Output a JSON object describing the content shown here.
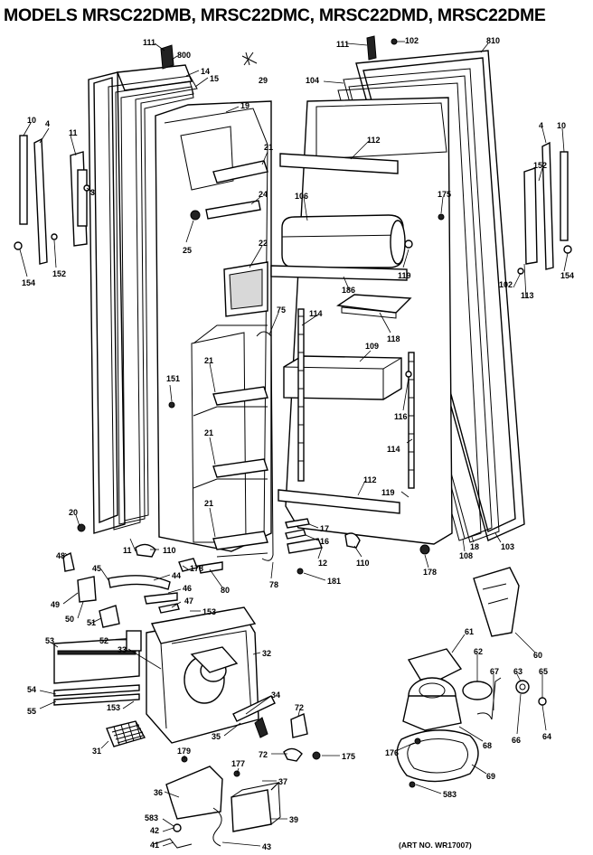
{
  "title": "MODELS MRSC22DMB, MRSC22DMC, MRSC22DMD, MRSC22DME",
  "art_number": "(ART NO. WR17007)",
  "callouts": [
    {
      "id": "c111a",
      "text": "111"
    },
    {
      "id": "c800",
      "text": "800"
    },
    {
      "id": "c14",
      "text": "14"
    },
    {
      "id": "c15",
      "text": "15"
    },
    {
      "id": "c29",
      "text": "29"
    },
    {
      "id": "c19",
      "text": "19"
    },
    {
      "id": "c10a",
      "text": "10"
    },
    {
      "id": "c4a",
      "text": "4"
    },
    {
      "id": "c11a",
      "text": "11"
    },
    {
      "id": "c3",
      "text": "3"
    },
    {
      "id": "c152a",
      "text": "152"
    },
    {
      "id": "c154a",
      "text": "154"
    },
    {
      "id": "c21a",
      "text": "21"
    },
    {
      "id": "c24",
      "text": "24"
    },
    {
      "id": "c25",
      "text": "25"
    },
    {
      "id": "c22",
      "text": "22"
    },
    {
      "id": "c75",
      "text": "75"
    },
    {
      "id": "c151",
      "text": "151"
    },
    {
      "id": "c21b",
      "text": "21"
    },
    {
      "id": "c21c",
      "text": "21"
    },
    {
      "id": "c21d",
      "text": "21"
    },
    {
      "id": "c111b",
      "text": "111"
    },
    {
      "id": "c102a",
      "text": "102"
    },
    {
      "id": "c810",
      "text": "810"
    },
    {
      "id": "c104",
      "text": "104"
    },
    {
      "id": "c112a",
      "text": "112"
    },
    {
      "id": "c175a",
      "text": "175"
    },
    {
      "id": "c106",
      "text": "106"
    },
    {
      "id": "c119a",
      "text": "119"
    },
    {
      "id": "c186",
      "text": "186"
    },
    {
      "id": "c114a",
      "text": "114"
    },
    {
      "id": "c118",
      "text": "118"
    },
    {
      "id": "c109",
      "text": "109"
    },
    {
      "id": "c116",
      "text": "116"
    },
    {
      "id": "c114b",
      "text": "114"
    },
    {
      "id": "c112b",
      "text": "112"
    },
    {
      "id": "c119b",
      "text": "119"
    },
    {
      "id": "c4b",
      "text": "4"
    },
    {
      "id": "c10b",
      "text": "10"
    },
    {
      "id": "c152b",
      "text": "152"
    },
    {
      "id": "c154b",
      "text": "154"
    },
    {
      "id": "c102b",
      "text": "102"
    },
    {
      "id": "c113",
      "text": "113"
    },
    {
      "id": "c20",
      "text": "20"
    },
    {
      "id": "c11b",
      "text": "11"
    },
    {
      "id": "c110a",
      "text": "110"
    },
    {
      "id": "c48",
      "text": "48"
    },
    {
      "id": "c178a",
      "text": "178"
    },
    {
      "id": "c45",
      "text": "45"
    },
    {
      "id": "c44",
      "text": "44"
    },
    {
      "id": "c80",
      "text": "80"
    },
    {
      "id": "c46",
      "text": "46"
    },
    {
      "id": "c49",
      "text": "49"
    },
    {
      "id": "c47",
      "text": "47"
    },
    {
      "id": "c50",
      "text": "50"
    },
    {
      "id": "c153a",
      "text": "153"
    },
    {
      "id": "c51",
      "text": "51"
    },
    {
      "id": "c17",
      "text": "17"
    },
    {
      "id": "c16",
      "text": "16"
    },
    {
      "id": "c12",
      "text": "12"
    },
    {
      "id": "c181",
      "text": "181"
    },
    {
      "id": "c110b",
      "text": "110"
    },
    {
      "id": "c178b",
      "text": "178"
    },
    {
      "id": "c108",
      "text": "108"
    },
    {
      "id": "c18",
      "text": "18"
    },
    {
      "id": "c103",
      "text": "103"
    },
    {
      "id": "c78",
      "text": "78"
    },
    {
      "id": "c52",
      "text": "52"
    },
    {
      "id": "c53",
      "text": "53"
    },
    {
      "id": "c33",
      "text": "33"
    },
    {
      "id": "c32",
      "text": "32"
    },
    {
      "id": "c54",
      "text": "54"
    },
    {
      "id": "c55",
      "text": "55"
    },
    {
      "id": "c153b",
      "text": "153"
    },
    {
      "id": "c34",
      "text": "34"
    },
    {
      "id": "c72a",
      "text": "72"
    },
    {
      "id": "c35",
      "text": "35"
    },
    {
      "id": "c31",
      "text": "31"
    },
    {
      "id": "c72b",
      "text": "72"
    },
    {
      "id": "c175b",
      "text": "175"
    },
    {
      "id": "c179",
      "text": "179"
    },
    {
      "id": "c177",
      "text": "177"
    },
    {
      "id": "c37",
      "text": "37"
    },
    {
      "id": "c36",
      "text": "36"
    },
    {
      "id": "c583a",
      "text": "583"
    },
    {
      "id": "c42",
      "text": "42"
    },
    {
      "id": "c41",
      "text": "41"
    },
    {
      "id": "c39",
      "text": "39"
    },
    {
      "id": "c43",
      "text": "43"
    },
    {
      "id": "c61",
      "text": "61"
    },
    {
      "id": "c62",
      "text": "62"
    },
    {
      "id": "c67",
      "text": "67"
    },
    {
      "id": "c63",
      "text": "63"
    },
    {
      "id": "c65",
      "text": "65"
    },
    {
      "id": "c60",
      "text": "60"
    },
    {
      "id": "c64",
      "text": "64"
    },
    {
      "id": "c66",
      "text": "66"
    },
    {
      "id": "c176",
      "text": "176"
    },
    {
      "id": "c68",
      "text": "68"
    },
    {
      "id": "c69",
      "text": "69"
    },
    {
      "id": "c583b",
      "text": "583"
    }
  ]
}
